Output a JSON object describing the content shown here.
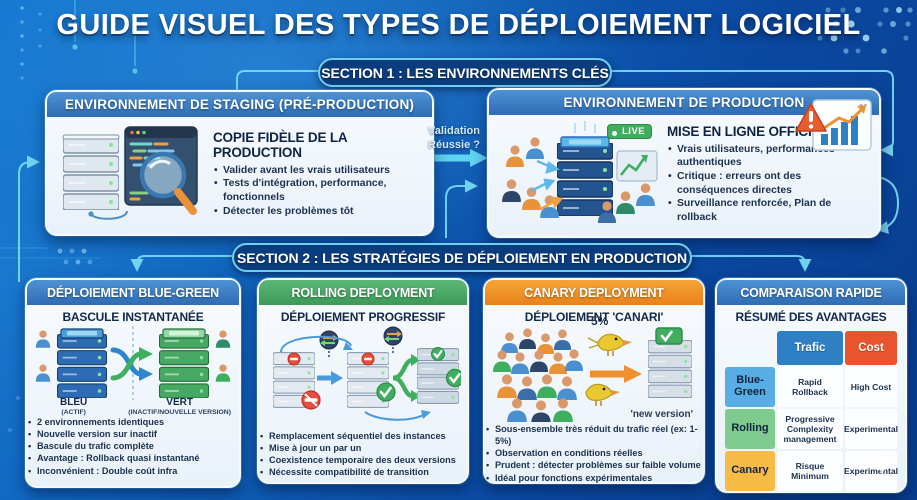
{
  "title": "GUIDE VISUEL DES TYPES DE DÉPLOIEMENT LOGICIEL",
  "section1": {
    "label": "SECTION 1 : LES ENVIRONNEMENTS CLÉS",
    "validation_label": "Validation Réussie ?",
    "staging": {
      "header": "ENVIRONNEMENT DE STAGING (PRÉ-PRODUCTION)",
      "heading": "COPIE FIDÈLE DE LA PRODUCTION",
      "bullets": [
        "Valider avant les vrais utilisateurs",
        "Tests d'intégration, performance, fonctionnels",
        "Détecter les problèmes tôt"
      ]
    },
    "production": {
      "header": "ENVIRONNEMENT DE PRODUCTION",
      "live_badge": "LIVE",
      "heading": "MISE EN LIGNE OFFICIELLE",
      "bullets": [
        "Vrais utilisateurs, performances authentiques",
        "Critique : erreurs ont des conséquences directes",
        "Surveillance renforcée, Plan de rollback"
      ]
    }
  },
  "section2": {
    "label": "SECTION 2 : LES STRATÉGIES DE DÉPLOIEMENT EN PRODUCTION",
    "blue_green": {
      "header": "DÉPLOIEMENT BLUE-GREEN",
      "subtitle": "BASCULE INSTANTANÉE",
      "blue_label": "BLEU",
      "blue_sublabel": "(ACTIF)",
      "green_label": "VERT",
      "green_sublabel": "(INACTIF/NOUVELLE VERSION)",
      "bullets": [
        "2 environnements identiques",
        "Nouvelle version sur inactif",
        "Bascule du trafic complète",
        "Avantage : Rollback quasi instantané",
        "Inconvénient : Double coût infra"
      ]
    },
    "rolling": {
      "header": "ROLLING DEPLOYMENT",
      "subtitle": "DÉPLOIEMENT PROGRESSIF",
      "bullets": [
        "Remplacement séquentiel des instances",
        "Mise à jour un par un",
        "Coexistence temporaire des deux versions",
        "Nécessite compatibilité de transition"
      ]
    },
    "canary": {
      "header": "CANARY DEPLOYMENT",
      "subtitle": "DÉPLOIEMENT 'CANARI'",
      "percent_label": "5%",
      "version_label": "'new version'",
      "bullets": [
        "Sous-ensemble très réduit du trafic réel (ex: 1-5%)",
        "Observation en conditions réelles",
        "Prudent : détecter problèmes sur faible volume",
        "Idéal pour fonctions expérimentales"
      ]
    },
    "comparison": {
      "header": "COMPARAISON RAPIDE",
      "subtitle": "RÉSUMÉ DES AVANTAGES",
      "table": {
        "columns": [
          "Trafic",
          "Cost"
        ],
        "rows": [
          {
            "label": "Blue-Green",
            "trafic": "Rapid Rollback",
            "cost": "High Cost"
          },
          {
            "label": "Rolling",
            "trafic": "Progressive Complexity management",
            "cost": "Experimental"
          },
          {
            "label": "Canary",
            "trafic": "Risque Minimum",
            "cost": "Experimental"
          }
        ]
      }
    }
  },
  "colors": {
    "background_blue": "#0f5fb8",
    "accent_cyan": "#6fd0ee",
    "header_blue": "#2e6cb4",
    "header_green": "#3c9a58",
    "header_orange": "#e8821c",
    "table_trafic_header": "#2e7fc4",
    "table_cost_header": "#e8542e",
    "row_blue_green": "#58aee4",
    "row_rolling": "#7fca8e",
    "row_canary": "#f6bb45",
    "live_green": "#3fae5f",
    "text_navy": "#1c3050"
  }
}
